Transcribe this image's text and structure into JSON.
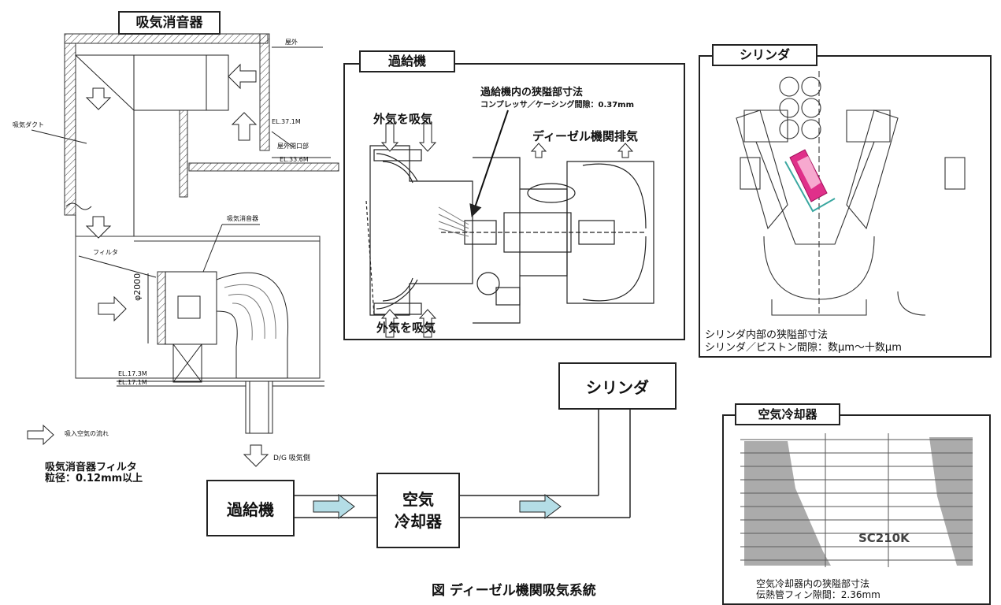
{
  "intake_silencer": {
    "title": "吸気消音器",
    "label_outdoor": "屋外",
    "label_el_37": "EL.37.1M",
    "label_opening": "屋外開口部",
    "label_el_33": "EL.33.6M",
    "label_duct": "吸気ダクト",
    "label_silencer": "吸気消音器",
    "label_filter": "フィルタ",
    "label_diameter": "φ2000",
    "label_el_17_3": "EL.17.3M",
    "label_el_17_1": "EL.17.1M",
    "legend_flow": "吸入空気の流れ",
    "label_dg_side": "D/G 吸気側",
    "filter_note_line1": "吸気消音器フィルタ",
    "filter_note_line2": "粒径：0.12mm以上"
  },
  "turbocharger": {
    "title": "過給機",
    "gap_line1": "過給機内の狭隘部寸法",
    "gap_line2": "コンプレッサ／ケーシング間隙：0.37mm",
    "intake_top": "外気を吸気",
    "intake_bottom": "外気を吸気",
    "exhaust": "ディーゼル機関排気"
  },
  "cylinder": {
    "title": "シリンダ",
    "gap_line1": "シリンダ内部の狭隘部寸法",
    "gap_line2": "シリンダ／ピストン間隙：数μm～十数μm"
  },
  "air_cooler": {
    "title": "空気冷却器",
    "model": "SC210K",
    "gap_line1": "空気冷却器内の狭隘部寸法",
    "gap_line2": "伝熱管フィン隙間：2.36mm"
  },
  "flow": {
    "turbo": "過給機",
    "cooler_line1": "空気",
    "cooler_line2": "冷却器",
    "cylinder": "シリンダ"
  },
  "caption": "図 ディーゼル機関吸気系統",
  "colors": {
    "flow_arrow": "#b4dde6",
    "piston_highlight": "#e0308a",
    "liner_highlight": "#3aa7a0"
  }
}
